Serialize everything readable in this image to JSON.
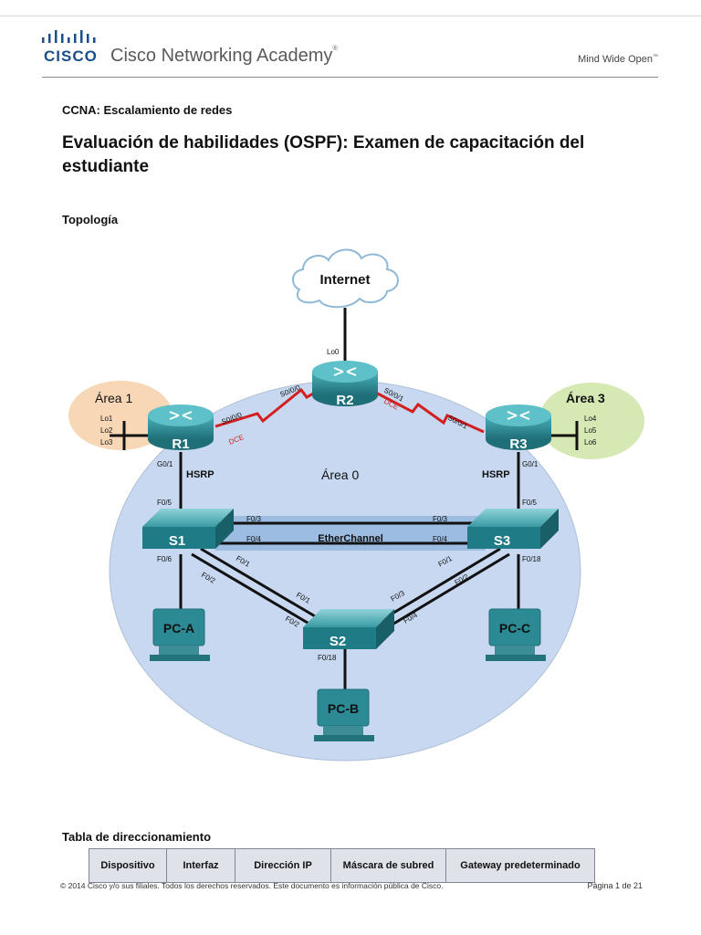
{
  "header": {
    "logo_wordmark": "CISCO",
    "academy": "Cisco Networking Academy",
    "academy_reg": "®",
    "tagline": "Mind Wide Open",
    "tagline_tm": "™"
  },
  "document": {
    "course": "CCNA: Escalamiento de redes",
    "title": "Evaluación de habilidades (OSPF): Examen de capacitación del estudiante",
    "topology_heading": "Topología"
  },
  "topology": {
    "cloud_label": "Internet",
    "routers": [
      "R1",
      "R2",
      "R3"
    ],
    "switches": [
      "S1",
      "S2",
      "S3"
    ],
    "pcs": [
      "PC-A",
      "PC-B",
      "PC-C"
    ],
    "areas": {
      "area0": "Área 0",
      "area1": "Área 1",
      "area3": "Área 3"
    },
    "loopbacks": {
      "r1": [
        "Lo1",
        "Lo2",
        "Lo3"
      ],
      "r2": "Lo0",
      "r3": [
        "Lo4",
        "Lo5",
        "Lo6"
      ]
    },
    "serial_labels": {
      "r1_s000": "S0/0/0",
      "r2_s000": "S0/0/0",
      "r2_s001": "S0/0/1",
      "r3_s001": "S0/0/1",
      "dce": "DCE"
    },
    "hsrp": "HSRP",
    "ports": {
      "g01": "G0/1",
      "f05": "F0/5",
      "f03": "F0/3",
      "f04": "F0/4",
      "f06": "F0/6",
      "f01": "F0/1",
      "f02": "F0/2",
      "f018": "F0/18"
    },
    "etherchannel": "EtherChannel",
    "colors": {
      "area0": "#c7d8f0",
      "area1": "#f7d7b5",
      "area3": "#d6e8b4",
      "device": "#2b8a93",
      "serial": "#d21f1f"
    }
  },
  "addressing_table": {
    "heading": "Tabla de direccionamiento",
    "columns": [
      "Dispositivo",
      "Interfaz",
      "Dirección IP",
      "Máscara de subred",
      "Gateway predeterminado"
    ]
  },
  "footer": {
    "copyright": "© 2014 Cisco y/o sus filiales. Todos los derechos reservados. Este documento es información pública de Cisco.",
    "page": "Página 1 de 21"
  }
}
